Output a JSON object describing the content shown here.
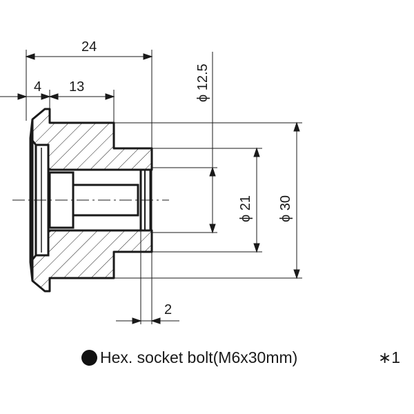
{
  "dimensions": {
    "overall_length": "24",
    "flange_thickness": "4",
    "body_length": "13",
    "recess_depth": "2",
    "bore_diameter": "ϕ 12.5",
    "boss_diameter": "ϕ 21",
    "outer_diameter": "ϕ 30"
  },
  "caption": {
    "text": "Hex. socket bolt(M6x30mm)",
    "note": "∗1"
  },
  "colors": {
    "line": "#1a1a1a"
  }
}
